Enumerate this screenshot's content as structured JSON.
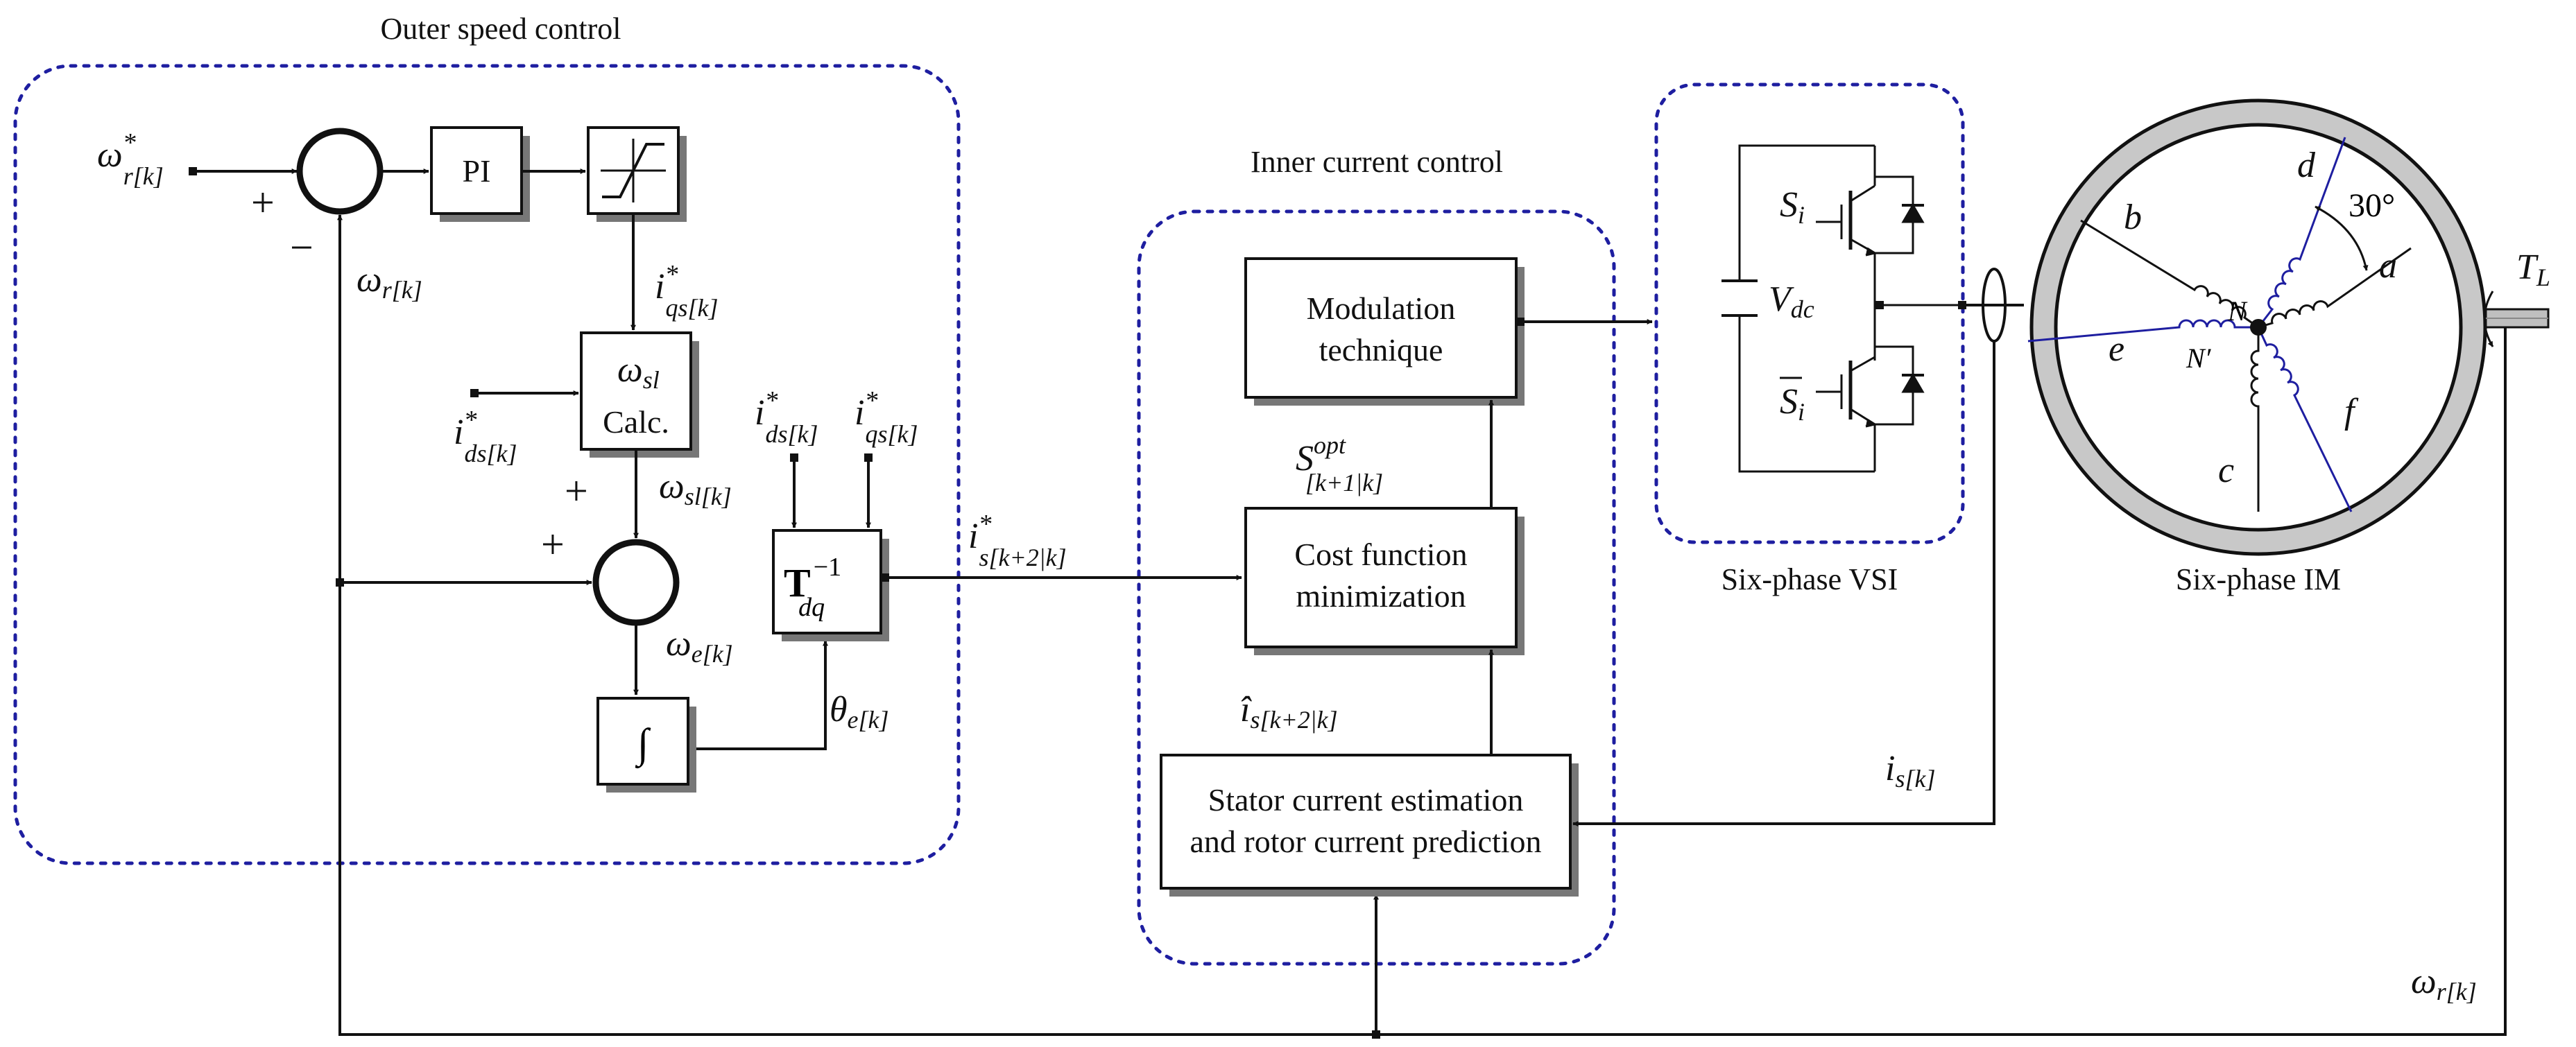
{
  "regions": {
    "outer": "Outer speed control",
    "inner": "Inner current control",
    "vsi": "Six-phase VSI",
    "im": "Six-phase IM"
  },
  "blocks": {
    "pi": "PI",
    "wsl_calc_sym": "ω",
    "wsl_calc_sub": "sl",
    "wsl_calc_line2": "Calc.",
    "tdq_sym": "T",
    "tdq_sub": "dq",
    "tdq_sup": "−1",
    "integrator": "∫",
    "modulation_line1": "Modulation",
    "modulation_line2": "technique",
    "cost_line1": "Cost function",
    "cost_line2": "minimization",
    "stator_line1": "Stator current estimation",
    "stator_line2": "and rotor current prediction"
  },
  "signals": {
    "wr_ref": {
      "sym": "ω",
      "sup": "*",
      "sub": "r[k]"
    },
    "wr_fb": {
      "sym": "ω",
      "sub": "r[k]"
    },
    "iqs_ref": {
      "sym": "i",
      "sup": "*",
      "sub": "qs[k]"
    },
    "ids_ref": {
      "sym": "i",
      "sup": "*",
      "sub": "ds[k]"
    },
    "ids_ref2": {
      "sym": "i",
      "sup": "*",
      "sub": "ds[k]"
    },
    "iqs_ref2": {
      "sym": "i",
      "sup": "*",
      "sub": "qs[k]"
    },
    "wsl": {
      "sym": "ω",
      "sub": "sl[k]"
    },
    "we": {
      "sym": "ω",
      "sub": "e[k]"
    },
    "theta": {
      "sym": "θ",
      "sub": "e[k]"
    },
    "is_ref": {
      "sym": "i",
      "sup": "*",
      "sub": "s[k+2|k]"
    },
    "s_opt": {
      "sym": "S",
      "sup": "opt",
      "sub": "[k+1|k]"
    },
    "is_hat": {
      "sym": "î",
      "sub": "s[k+2|k]"
    },
    "is_meas": {
      "sym": "i",
      "sub": "s[k]"
    },
    "wr_meas": {
      "sym": "ω",
      "sub": "r[k]"
    }
  },
  "signs": {
    "sum1_plus": "+",
    "sum1_minus": "−",
    "sum2_plus_top": "+",
    "sum2_plus_left": "+"
  },
  "vsi": {
    "switch_top": {
      "sym": "S",
      "sub": "i"
    },
    "switch_bottom": {
      "sym": "S",
      "sub": "i"
    },
    "vdc": {
      "sym": "V",
      "sub": "dc"
    }
  },
  "machine": {
    "phases": [
      "a",
      "b",
      "c",
      "d",
      "e",
      "f"
    ],
    "neutral_1": "N",
    "neutral_2": "N′",
    "angle": "30°",
    "torque": {
      "sym": "T",
      "sub": "L"
    }
  },
  "colors": {
    "dashed_border": "#1e1ea0",
    "winding_blue": "#1e1ea0",
    "stator_ring": "#c8c8c8",
    "block_shadow": "#777777"
  }
}
